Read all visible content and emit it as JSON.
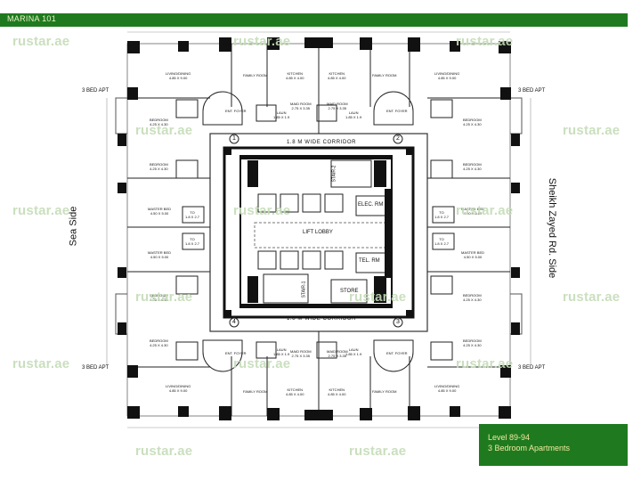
{
  "header": {
    "title": "MARINA 101"
  },
  "footer": {
    "level": "Level 89-94",
    "type": "3 Bedroom Apartments"
  },
  "watermark": {
    "text": "rustar.ae"
  },
  "sides": {
    "left": "Sea Side",
    "right": "Sheikh Zayed Rd. Side"
  },
  "corridor": {
    "label": "1.8 M WIDE CORRIDOR"
  },
  "core": {
    "lift_lobby": "LIFT LOBBY",
    "elec": "ELEC. RM",
    "tel": "TEL. RM",
    "store": "STORE",
    "stair1": "STAIR-1",
    "stair2": "STAIR-2"
  },
  "corner_numbers": [
    "1",
    "2",
    "3",
    "4"
  ],
  "apartment": {
    "label": "3 BED APT"
  },
  "rooms": {
    "living": {
      "name": "LIVING/DINING",
      "size": "4.85 X 9.00"
    },
    "family": {
      "name": "FAMILY ROOM"
    },
    "kitchen": {
      "name": "KITCHEN",
      "size": "4.85 X 4.00"
    },
    "maid": {
      "name": "MAID ROOM",
      "size": "2.75 X 3.35"
    },
    "laun": {
      "name": "LAUN",
      "size": "1.85 X 1.9"
    },
    "entry": {
      "name": "ENT. FOYER"
    },
    "bedroom": {
      "name": "BEDROOM",
      "size": "4.25 X 4.30"
    },
    "master": {
      "name": "MASTER BED",
      "size": "4.50 X 5.00"
    },
    "toilet": {
      "name": "TO",
      "size": "1.8 X 2.7"
    }
  },
  "colors": {
    "brand_green": "#1f7a1f",
    "tag_text": "#f2e8a0",
    "wall": "#111111"
  }
}
